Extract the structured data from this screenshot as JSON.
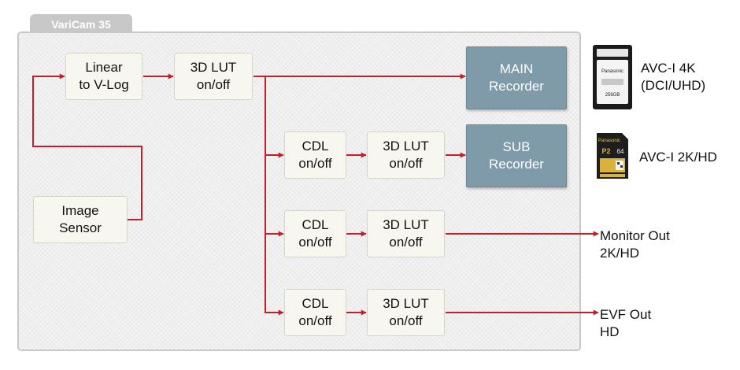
{
  "camera": {
    "title": "VariCam 35"
  },
  "blocks": {
    "linear_to_vlog": "Linear\nto V-Log",
    "lut_main": "3D LUT\non/off",
    "image_sensor": "Image\nSensor",
    "cdl_sub": "CDL\non/off",
    "lut_sub": "3D LUT\non/off",
    "cdl_monitor": "CDL\non/off",
    "lut_monitor": "3D LUT\non/off",
    "cdl_evf": "CDL\non/off",
    "lut_evf": "3D LUT\non/off"
  },
  "recorders": {
    "main": "MAIN\nRecorder",
    "sub": "SUB\nRecorder"
  },
  "outputs": {
    "main_format": "AVC-I 4K\n(DCI/UHD)",
    "sub_format": "AVC-I 2K/HD",
    "monitor": "Monitor Out\n2K/HD",
    "evf": "EVF Out\nHD"
  },
  "media": {
    "main_card": {
      "brand": "Panasonic",
      "capacity": "256GB"
    },
    "sub_card": {
      "brand": "Panasonic",
      "logo": "P2",
      "capacity": "64"
    }
  },
  "colors": {
    "wire": "#c0202a",
    "recorder": "#7f9aa8",
    "frame": "#c8c8c8"
  }
}
